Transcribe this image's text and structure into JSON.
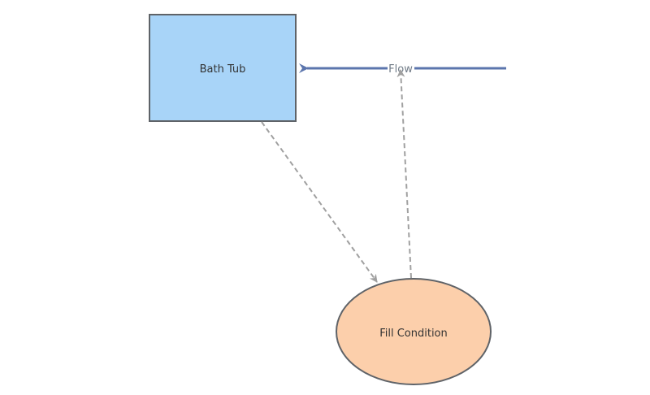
{
  "diagram": {
    "nodes": {
      "stock": {
        "label": "Bath Tub",
        "fill": "#a8d4f8",
        "stroke": "#5f6368"
      },
      "condition": {
        "label": "Fill Condition",
        "fill": "#fccfab",
        "stroke": "#5f6368"
      }
    },
    "flow": {
      "label": "Flow",
      "color": "#5b75ad"
    },
    "links": {
      "color": "#a0a0a0"
    }
  }
}
